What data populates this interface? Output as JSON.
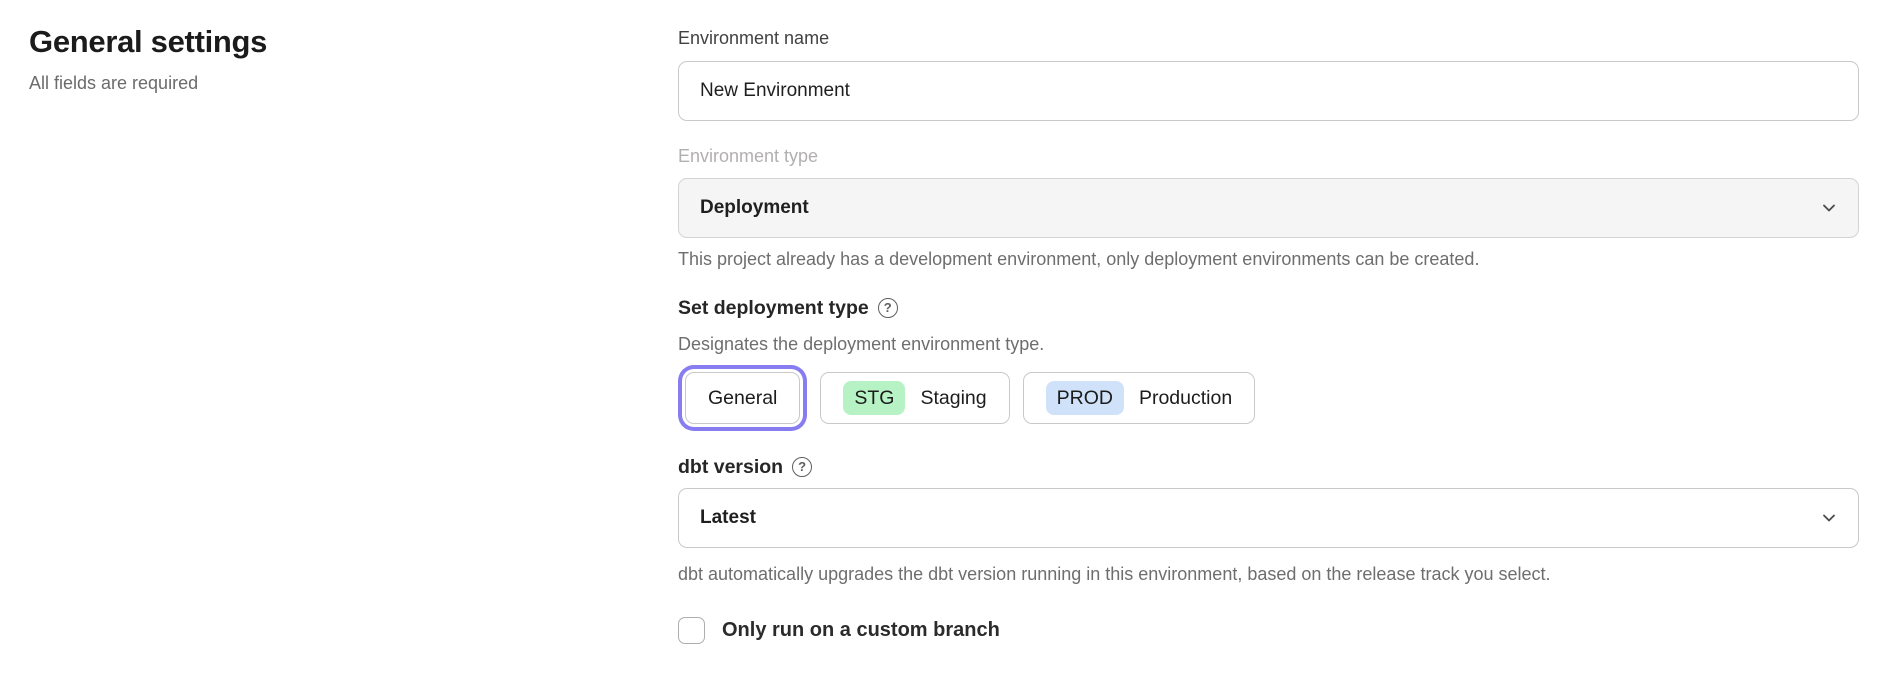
{
  "page": {
    "title": "General settings",
    "subtitle": "All fields are required"
  },
  "form": {
    "environment_name": {
      "label": "Environment name",
      "value": "New Environment"
    },
    "environment_type": {
      "label": "Environment type",
      "value": "Deployment",
      "disabled": true,
      "helper": "This project already has a development environment, only deployment environments can be created."
    },
    "deployment_type": {
      "label": "Set deployment type",
      "helper": "Designates the deployment environment type.",
      "options": [
        {
          "label": "General",
          "selected": true
        },
        {
          "badge": "STG",
          "label": "Staging",
          "badge_color": "#b7f2c4"
        },
        {
          "badge": "PROD",
          "label": "Production",
          "badge_color": "#cfe2fa"
        }
      ]
    },
    "dbt_version": {
      "label": "dbt version",
      "value": "Latest",
      "helper": "dbt automatically upgrades the dbt version running in this environment, based on the release track you select."
    },
    "custom_branch": {
      "label": "Only run on a custom branch",
      "checked": false
    }
  },
  "icons": {
    "help": "?"
  },
  "colors": {
    "selected_ring": "#877cf0",
    "staging_badge": "#b7f2c4",
    "production_badge": "#cfe2fa"
  }
}
